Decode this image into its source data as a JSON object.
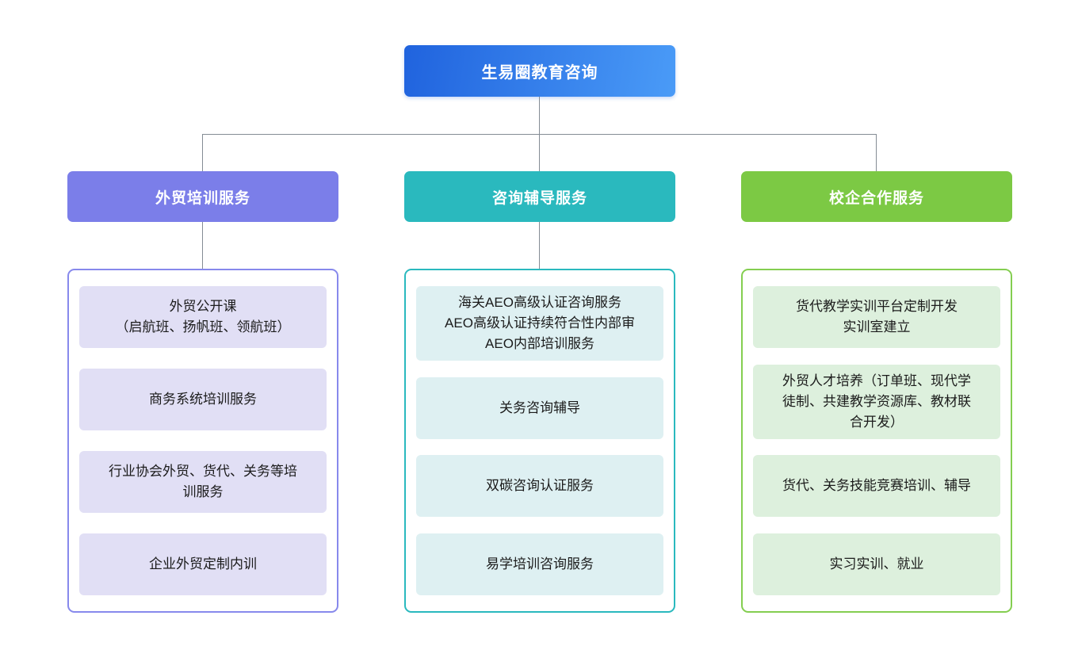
{
  "root": {
    "label": "生易圈教育咨询"
  },
  "colors": {
    "root_gradient_start": "#2063DE",
    "root_gradient_end": "#4A9BF7",
    "connector": "#848C94",
    "item_text": "#1B1B1B",
    "header_text": "#FFFFFF"
  },
  "branches": [
    {
      "label": "外贸培训服务",
      "colors": {
        "header_bg": "#7B7EE9",
        "container_border": "#8789EC",
        "item_bg": "#E1DFF5"
      },
      "items": [
        {
          "text": "外贸公开课\n（启航班、扬帆班、领航班）"
        },
        {
          "text": "商务系统培训服务"
        },
        {
          "text": "行业协会外贸、货代、关务等培训服务"
        },
        {
          "text": "企业外贸定制内训"
        }
      ]
    },
    {
      "label": "咨询辅导服务",
      "colors": {
        "header_bg": "#2AB9BE",
        "container_border": "#2AB9BE",
        "item_bg": "#DEF0F2"
      },
      "items": [
        {
          "text": "海关AEO高级认证咨询服务\nAEO高级认证持续符合性内部审\nAEO内部培训服务"
        },
        {
          "text": "关务咨询辅导"
        },
        {
          "text": "双碳咨询认证服务"
        },
        {
          "text": "易学培训咨询服务"
        }
      ]
    },
    {
      "label": "校企合作服务",
      "colors": {
        "header_bg": "#7CC944",
        "container_border": "#84CE50",
        "item_bg": "#DDF0DD"
      },
      "items": [
        {
          "text": "货代教学实训平台定制开发\n实训室建立"
        },
        {
          "text": "外贸人才培养（订单班、现代学徒制、共建教学资源库、教材联合开发）"
        },
        {
          "text": "货代、关务技能竞赛培训、辅导"
        },
        {
          "text": "实习实训、就业"
        }
      ]
    }
  ]
}
